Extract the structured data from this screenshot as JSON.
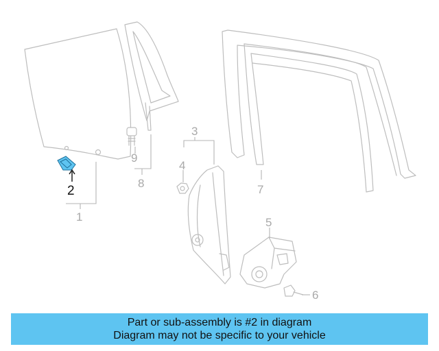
{
  "callouts": {
    "c1": "1",
    "c2": "2",
    "c3": "3",
    "c4": "4",
    "c5": "5",
    "c6": "6",
    "c7": "7",
    "c8": "8",
    "c9": "9"
  },
  "banner": {
    "line1": "Part or sub-assembly is #2 in diagram",
    "line2": "Diagram may not be specific to your vehicle"
  },
  "colors": {
    "highlight": "#5ec4f1",
    "banner_bg": "#5ec4f1",
    "line_art": "#bdbdbd"
  }
}
